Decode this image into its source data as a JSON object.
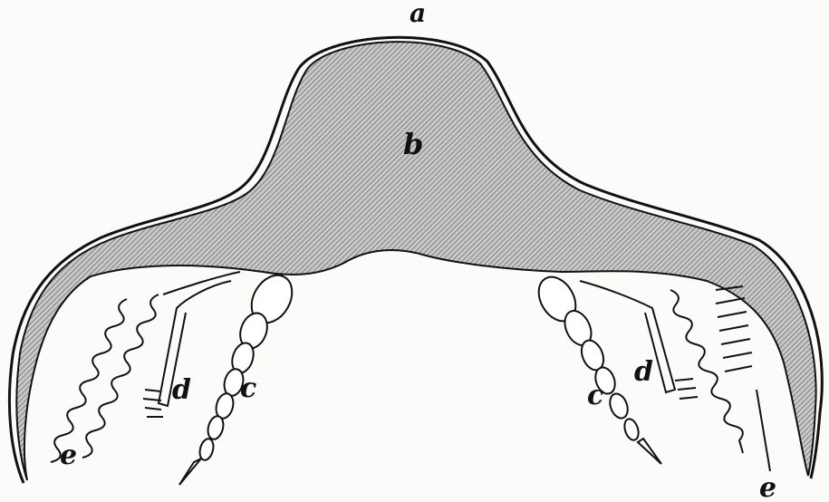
{
  "labels": {
    "a": "a",
    "b": "b",
    "c": "c",
    "d": "d",
    "e": "e"
  },
  "colors": {
    "ink": "#111111",
    "shading": "#9a9a9a",
    "paper": "#fbfbf9"
  }
}
